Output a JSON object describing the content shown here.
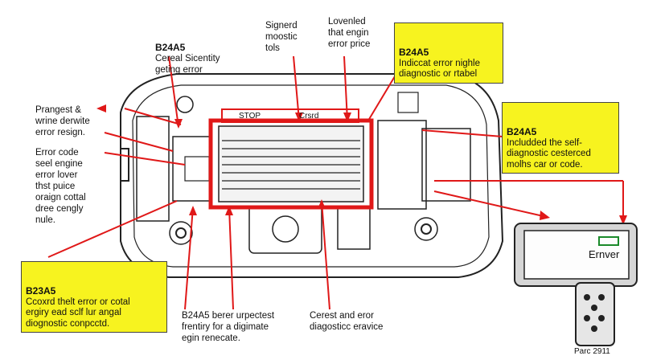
{
  "callouts": {
    "top_left": {
      "code": "B24A5",
      "text": "Cereal Sicentity\ngeting error"
    },
    "top_mid": {
      "text": "Signerd\nmoostic\ntols"
    },
    "top_right": {
      "text": "Lovenled\nthat engin\nerror price"
    },
    "box_top_right": {
      "code": "B24A5",
      "text": "Indiccat error nighle\ndiagnostic or rtabel"
    },
    "box_right": {
      "code": "B24A5",
      "text": "Includded the self-\ndiagnostic cesterced\nmolhs car or code."
    },
    "left_upper": {
      "text": "Prangest &\nwrine derwite\nerror resign."
    },
    "left_mid": {
      "text": "Error code\nseel engine\nerror lover\nthst puice\noraign cottal\ndree cengly\nnule."
    },
    "box_bottom_left": {
      "code": "B23A5",
      "text": "Ccoxrd thelt error or cotal\nergiry ead sclf lur angal\ndiognostic conpcctd."
    },
    "bottom_mid": {
      "text": "B24A5 berer urpectest\nfrentiry for a digimate\negin renecate."
    },
    "bottom_right": {
      "text": "Cerest and eror\ndiagosticc eravice"
    }
  },
  "engine_labels": {
    "left": "STOP",
    "right": "Crsrd"
  },
  "scanner": {
    "screen_text": "Ernver",
    "part_label": "Parc 2911"
  },
  "colors": {
    "arrow": "#e01818",
    "highlight": "#f7f31f",
    "outline": "#222222"
  }
}
